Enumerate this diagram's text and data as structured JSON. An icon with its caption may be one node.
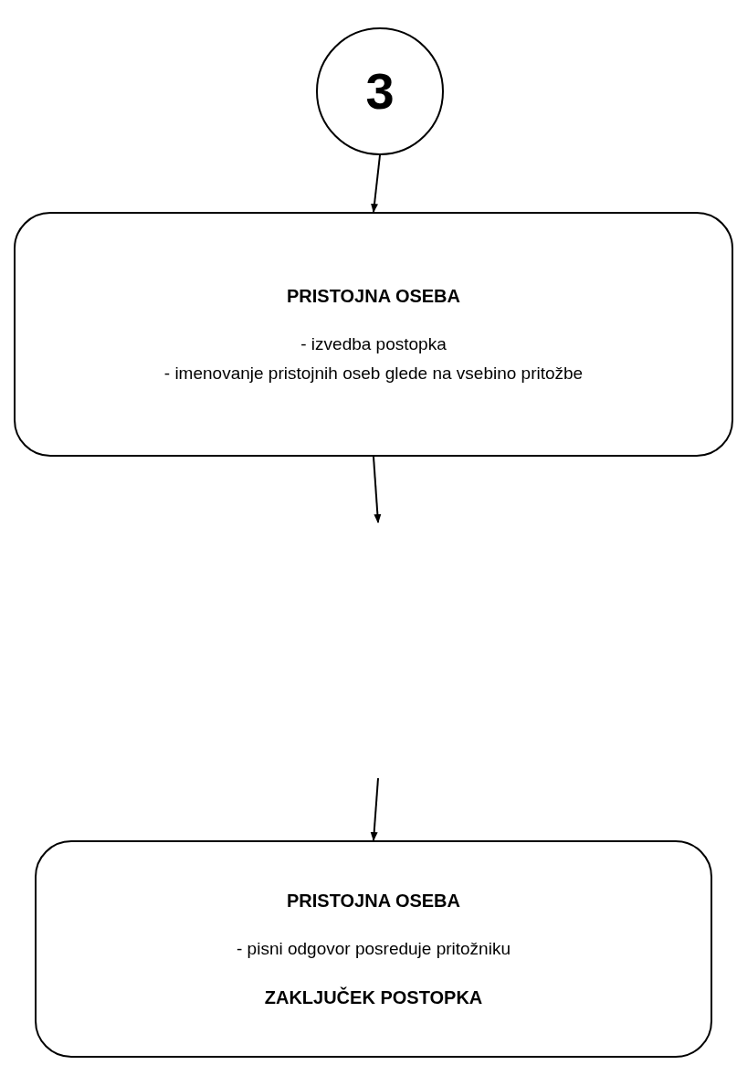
{
  "diagram": {
    "nodes": [
      {
        "text": [
          "3"
        ]
      },
      {
        "text": [
          "PRISTOJNA OSEBA",
          "- izvedba postopka",
          "- imenovanje pristojnih oseb glede na vsebino pritožbe"
        ]
      },
      {
        "text": [
          "PRISTOJNA OSEBA",
          "- pisni odgovor posreduje pritožniku",
          "ZAKLJUČEK POSTOPKA"
        ]
      }
    ],
    "edges": [
      {
        "from": 0,
        "to": 1,
        "arrow": "to"
      },
      {
        "from": 1,
        "to": null,
        "arrow": "to"
      },
      {
        "from": null,
        "to": 2,
        "arrow": "to"
      }
    ]
  }
}
